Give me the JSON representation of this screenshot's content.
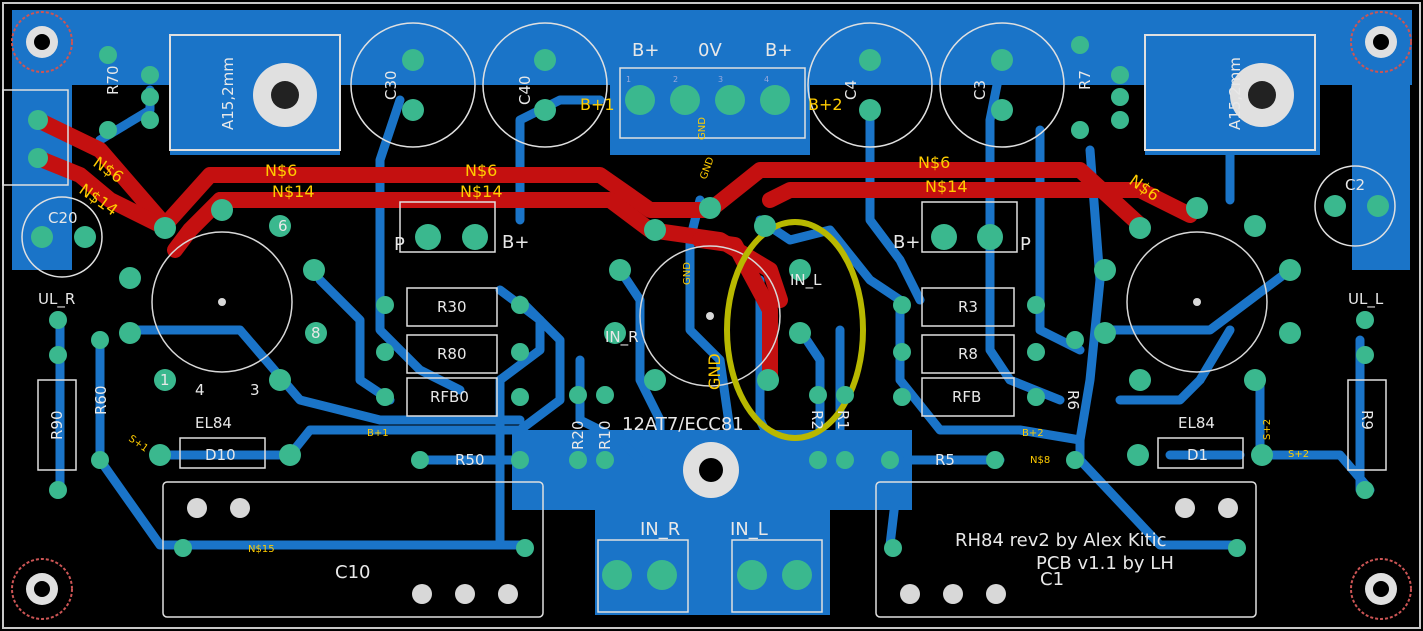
{
  "board": {
    "colors": {
      "background": "#000000",
      "copper_bottom": "#1a74c8",
      "copper_top": "#c41010",
      "pad": "#3ab88e",
      "silk": "#e0e0e0",
      "highlight": "#b8b800",
      "netlabel": "#ffcc00"
    }
  },
  "top_labels": {
    "bplus_left": "B+",
    "zero_v": "0V",
    "bplus_right": "B+",
    "bplus1": "B+1",
    "bplus2": "B+2",
    "gnd_a": "GND",
    "gnd_b": "GND",
    "gnd_c": "GND",
    "gnd_d": "GND"
  },
  "refs": {
    "r70": "R70",
    "c30": "C30",
    "c40": "C40",
    "c4": "C4",
    "c3": "C3",
    "r7": "R7",
    "c20": "C20",
    "c2": "C2",
    "p_left": "P",
    "p_right": "P",
    "bplus_p_left": "B+",
    "bplus_p_right": "B+",
    "r30": "R30",
    "r80": "R80",
    "rfb0": "RFB0",
    "r3": "R3",
    "r8": "R8",
    "rfb": "RFB",
    "r90": "R90",
    "r60": "R60",
    "r9": "R9",
    "r6": "R6",
    "d10": "D10",
    "d1": "D1",
    "el84_left": "EL84",
    "el84_right": "EL84",
    "r50": "R50",
    "r5": "R5",
    "r20": "R20",
    "r10": "R10",
    "r2": "R2",
    "r1": "R1",
    "c10": "C10",
    "c1": "C1",
    "ecc81": "12AT7/ECC81",
    "ul_r": "UL_R",
    "ul_l": "UL_L",
    "in_r": "IN_R",
    "in_l": "IN_L",
    "in_r_mid": "IN_R",
    "in_l_mid": "IN_L",
    "a152mm_left": "A15,2mm",
    "a152mm_right": "A15,2mm"
  },
  "nets": {
    "n6_a": "N$6",
    "n14_a": "N$14",
    "n6_b": "N$6",
    "n14_b": "N$14",
    "n6_c": "N$6",
    "n14_c": "N$14",
    "n6_d": "N$6",
    "n14_d": "N$14",
    "n6_e": "N$6",
    "n15": "N$15",
    "n8": "N$8",
    "bp1_a": "B+1",
    "bp2_a": "B+2",
    "s1": "S+1",
    "s2": "S+2",
    "s2b": "S+2"
  },
  "pins": {
    "tube_1": "1",
    "tube_3": "3",
    "tube_4": "4",
    "tube_6": "6",
    "tube_8": "8",
    "t1": "1",
    "t2": "2",
    "t3": "3",
    "t4": "4"
  },
  "credits": {
    "line1": "RH84 rev2 by Alex Kitic",
    "line2": "PCB v1.1 by LH"
  }
}
